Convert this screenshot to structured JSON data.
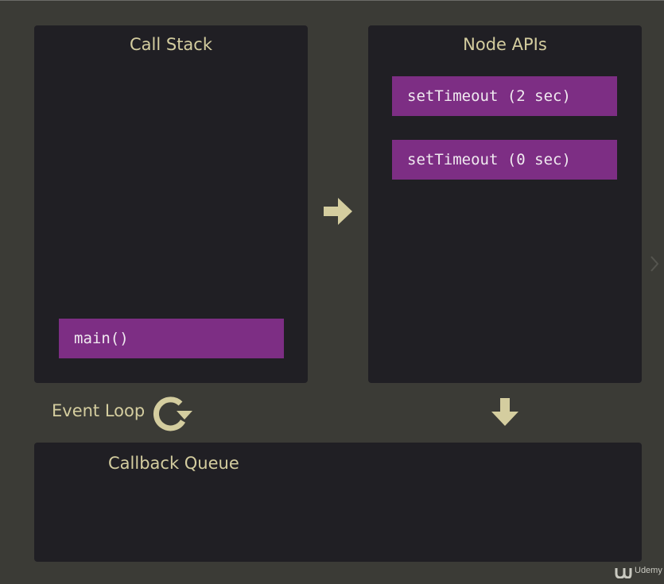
{
  "call_stack": {
    "title": "Call Stack",
    "frames": [
      "main()"
    ]
  },
  "node_apis": {
    "title": "Node APIs",
    "items": [
      "setTimeout (2 sec)",
      "setTimeout (0 sec)"
    ]
  },
  "event_loop": {
    "label": "Event Loop",
    "icon": "refresh-icon"
  },
  "callback_queue": {
    "title": "Callback Queue",
    "items": []
  },
  "watermark": {
    "text": "Udemy",
    "icon": "udemy-logo-icon"
  },
  "colors": {
    "background": "#3b3b36",
    "panel": "#201f24",
    "frame": "#7d2e84",
    "accent": "#d4cd9f"
  }
}
